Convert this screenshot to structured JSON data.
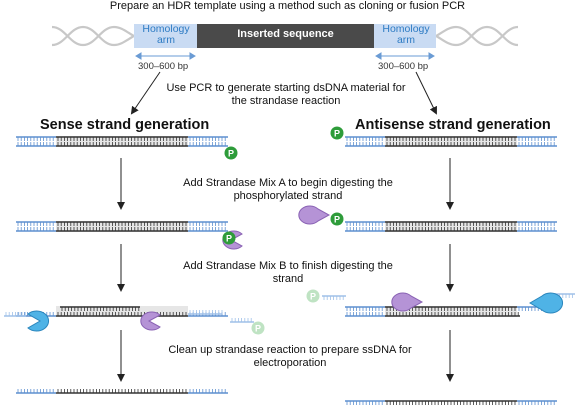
{
  "header": {
    "title": "Prepare an HDR template using a method such as cloning or fusion PCR"
  },
  "template": {
    "left_arm_label": "Homology arm",
    "insert_label": "Inserted sequence",
    "right_arm_label": "Homology arm",
    "left_bp": "300–600 bp",
    "right_bp": "300–600 bp"
  },
  "steps": {
    "step1": "Use PCR to generate starting dsDNA material for the strandase reaction",
    "step2": "Add Strandase Mix A to begin digesting the phosphorylated strand",
    "step3": "Add Strandase Mix B to finish digesting the strand",
    "step4": "Clean up strandase reaction to prepare ssDNA for electroporation"
  },
  "columns": {
    "sense_title": "Sense strand generation",
    "antisense_title": "Antisense strand generation"
  },
  "phosphate_label": "P",
  "colors": {
    "homology": "#c9dbf3",
    "insert": "#4a4a4a",
    "strand_blue": "#5d8fcf",
    "strand_dark": "#222222",
    "phosphate": "#2e9c3a",
    "enzyme_a": "#b593d6",
    "enzyme_b": "#4fb3e6"
  }
}
